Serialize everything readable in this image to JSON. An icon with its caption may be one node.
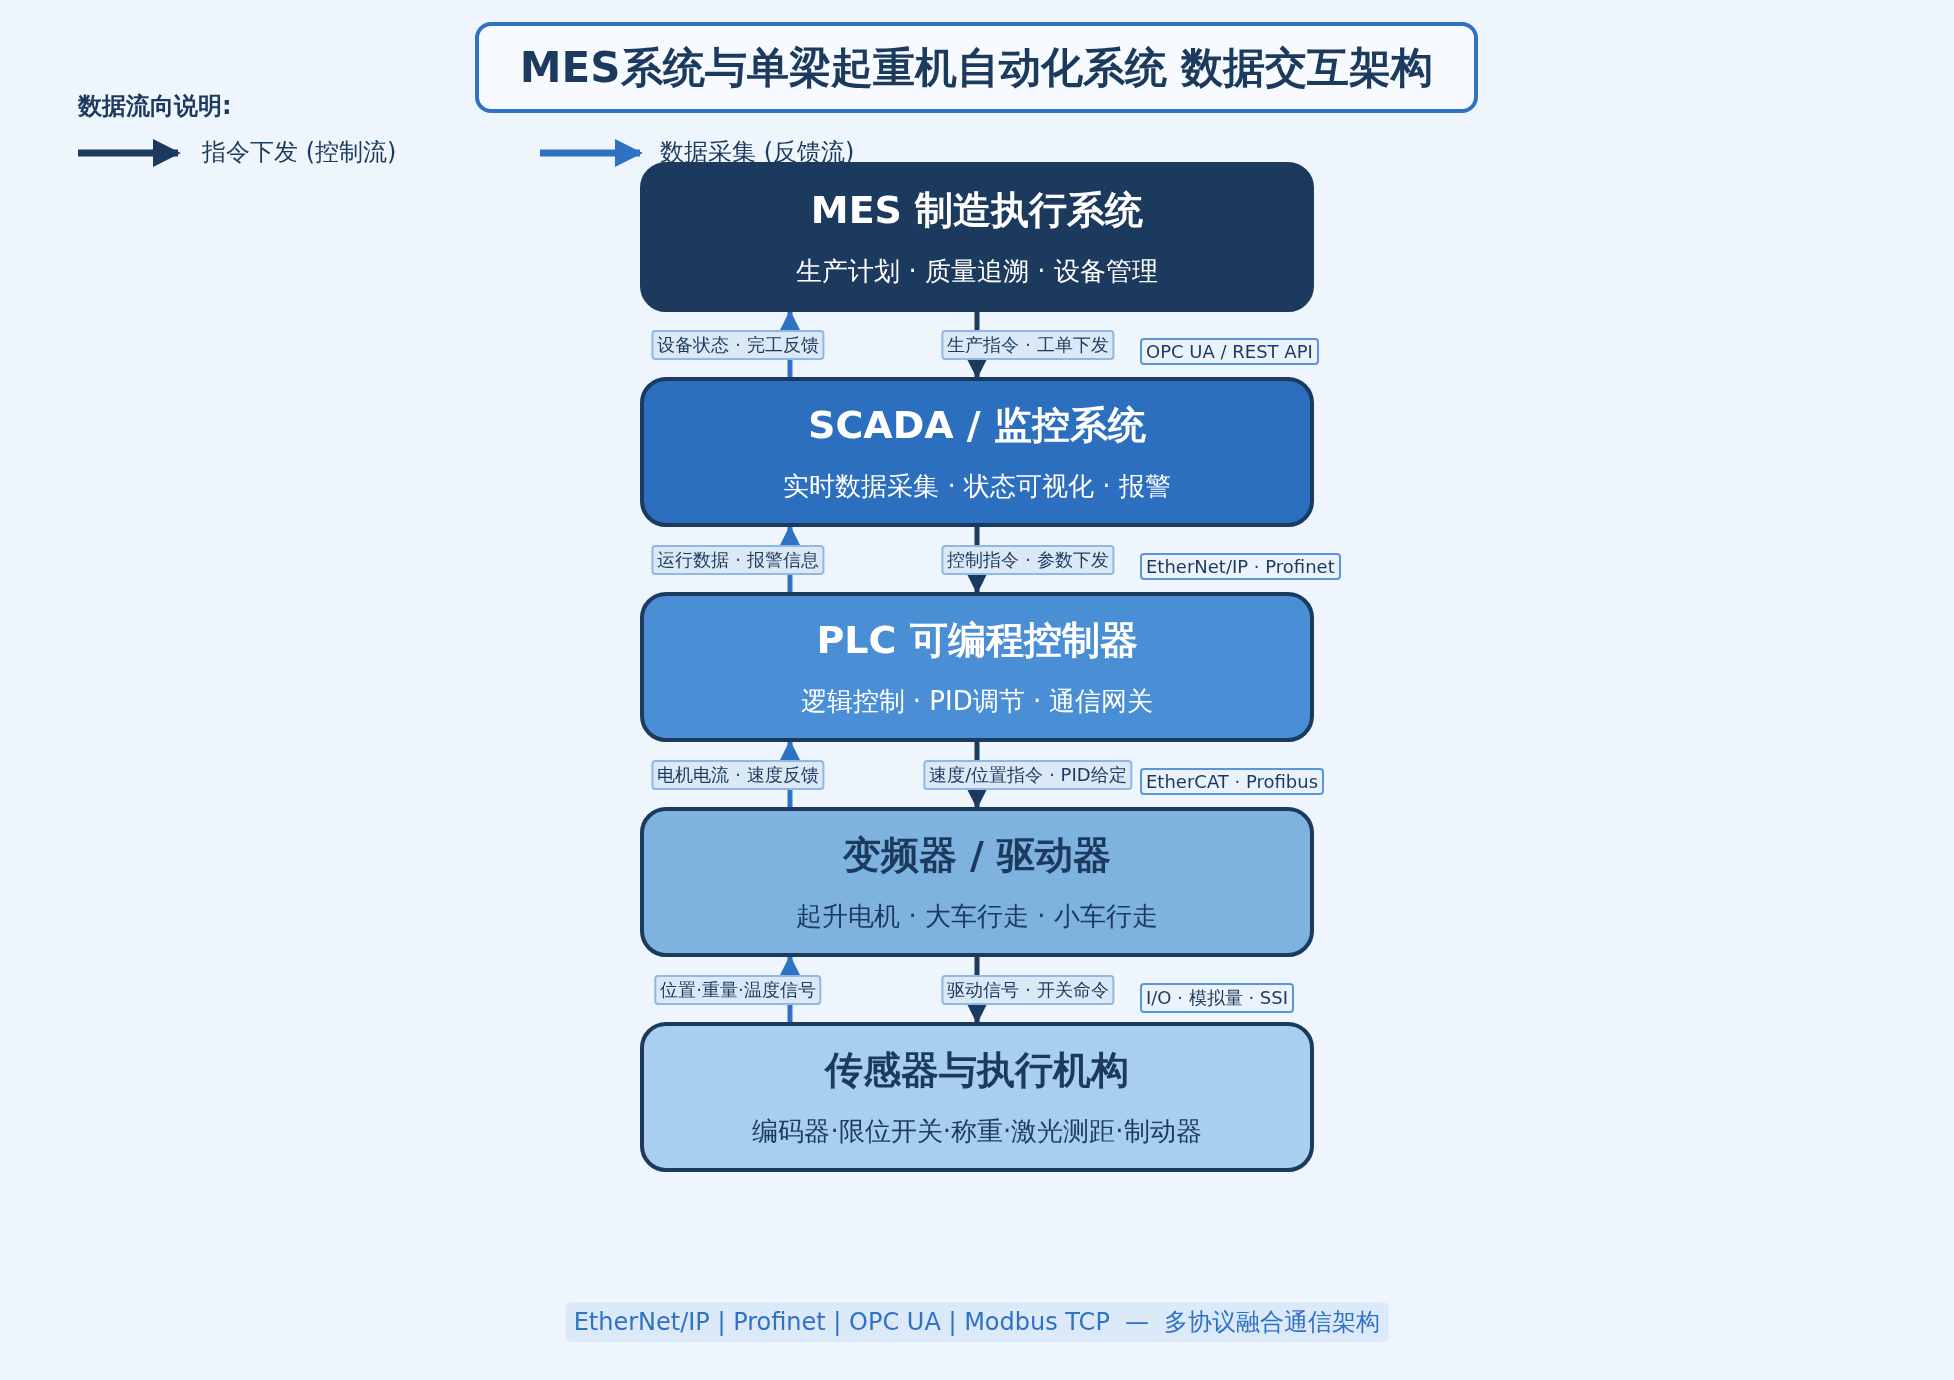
{
  "diagram": {
    "title": "MES系统与单梁起重机自动化系统 数据交互架构",
    "nodes": [
      {
        "text": [
          "MES 制造执行系统",
          "生产计划 · 质量追溯 · 设备管理"
        ]
      },
      {
        "text": [
          "SCADA / 监控系统",
          "实时数据采集 · 状态可视化 · 报警"
        ]
      },
      {
        "text": [
          "PLC 可编程控制器",
          "逻辑控制 · PID调节 · 通信网关"
        ]
      },
      {
        "text": [
          "变频器 / 驱动器",
          "起升电机 · 大车行走 · 小车行走"
        ]
      },
      {
        "text": [
          "传感器与执行机构",
          "编码器·限位开关·称重·激光测距·制动器"
        ]
      }
    ],
    "edges": [
      {
        "from": 1,
        "to": 0,
        "arrow": "to",
        "label": "设备状态 · 完工反馈",
        "color": "#2f72c4"
      },
      {
        "from": 0,
        "to": 1,
        "arrow": "to",
        "label": "生产指令 · 工单下发",
        "color": "#1c3a5e"
      },
      {
        "from": 2,
        "to": 1,
        "arrow": "to",
        "label": "运行数据 · 报警信息",
        "color": "#2f72c4"
      },
      {
        "from": 1,
        "to": 2,
        "arrow": "to",
        "label": "控制指令 · 参数下发",
        "color": "#1c3a5e"
      },
      {
        "from": 3,
        "to": 2,
        "arrow": "to",
        "label": "电机电流 · 速度反馈",
        "color": "#2f72c4"
      },
      {
        "from": 2,
        "to": 3,
        "arrow": "to",
        "label": "速度/位置指令 · PID给定",
        "color": "#1c3a5e"
      },
      {
        "from": 4,
        "to": 3,
        "arrow": "to",
        "label": "位置·重量·温度信号",
        "color": "#2f72c4"
      },
      {
        "from": 3,
        "to": 4,
        "arrow": "to",
        "label": "驱动信号 · 开关命令",
        "color": "#1c3a5e"
      }
    ],
    "labels": [
      "数据流向说明:",
      "OPC UA / REST API",
      "EtherNet/IP · Profinet",
      "EtherCAT · Profibus",
      "I/O · 模拟量 · SSI",
      "EtherNet/IP | Profinet | OPC UA | Modbus TCP  —  多协议融合通信架构"
    ],
    "legend": [
      {
        "text": "指令下发 (控制流)"
      },
      {
        "text": "数据采集 (反馈流)"
      }
    ]
  }
}
